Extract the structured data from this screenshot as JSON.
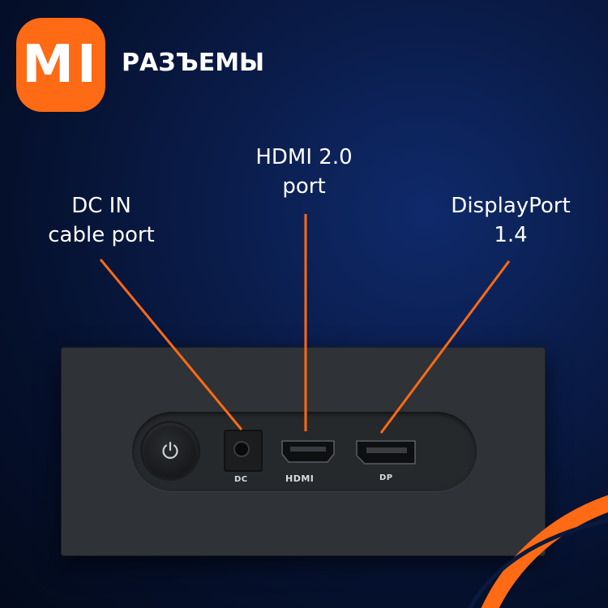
{
  "brand": {
    "logo_text": "MI",
    "heading": "РАЗЪЕМЫ",
    "accent_color": "#ff6a14"
  },
  "callouts": [
    {
      "id": "dc",
      "line1": "DC IN",
      "line2": "cable port"
    },
    {
      "id": "hdmi",
      "line1": "HDMI 2.0",
      "line2": "port"
    },
    {
      "id": "dp",
      "line1": "DisplayPort",
      "line2": "1.4"
    }
  ],
  "panel": {
    "ports": [
      {
        "id": "power",
        "icon": "power-icon",
        "tag": ""
      },
      {
        "id": "dc",
        "icon": "dc-jack-icon",
        "tag": "DC"
      },
      {
        "id": "hdmi",
        "icon": "hdmi-port-icon",
        "tag": "HDMI"
      },
      {
        "id": "dp",
        "icon": "displayport-icon",
        "tag": "DP"
      }
    ]
  }
}
